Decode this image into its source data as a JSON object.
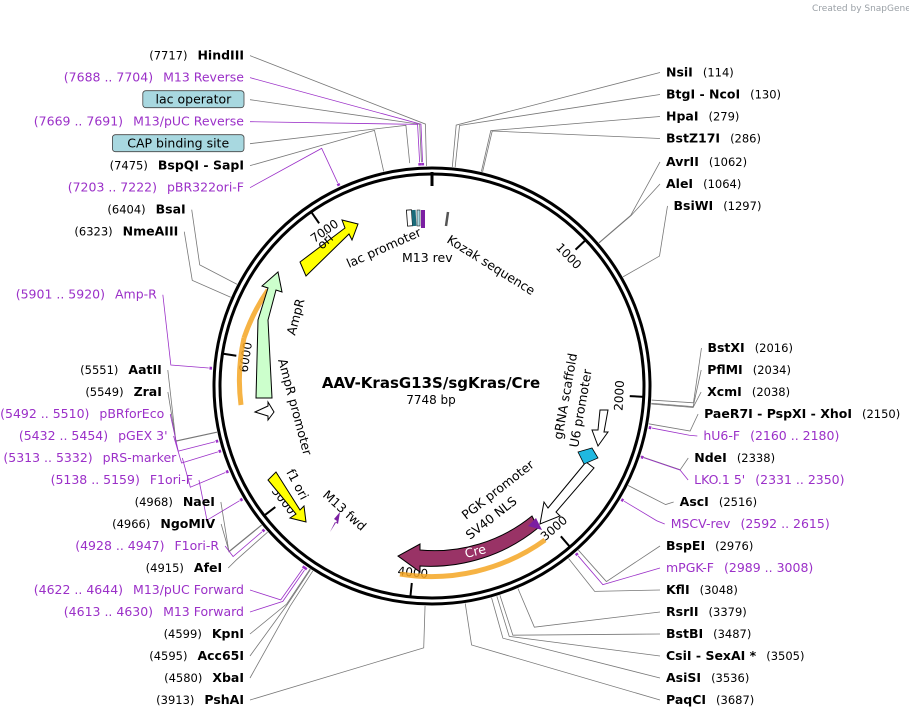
{
  "credit": "Created by SnapGene",
  "plasmid": {
    "name": "AAV-KrasG13S/sgKras/Cre",
    "length_label": "7748 bp",
    "total_bp": 7748
  },
  "ticks": [
    {
      "bp": 1000,
      "label": "1000"
    },
    {
      "bp": 2000,
      "label": "2000"
    },
    {
      "bp": 3000,
      "label": "3000"
    },
    {
      "bp": 4000,
      "label": "4000"
    },
    {
      "bp": 5000,
      "label": "5000"
    },
    {
      "bp": 6000,
      "label": "6000"
    },
    {
      "bp": 7000,
      "label": "7000"
    }
  ],
  "enzymes": [
    {
      "name": "HindIII",
      "pos": "(7717)",
      "bp": 7717,
      "side": "left"
    },
    {
      "name": "NsiI",
      "pos": "(114)",
      "bp": 114,
      "side": "right"
    },
    {
      "name": "BtgI - NcoI",
      "pos": "(130)",
      "bp": 130,
      "side": "right"
    },
    {
      "name": "HpaI",
      "pos": "(279)",
      "bp": 279,
      "side": "right"
    },
    {
      "name": "BstZ17I",
      "pos": "(286)",
      "bp": 286,
      "side": "right"
    },
    {
      "name": "AvrII",
      "pos": "(1062)",
      "bp": 1062,
      "side": "right"
    },
    {
      "name": "AleI",
      "pos": "(1064)",
      "bp": 1064,
      "side": "right"
    },
    {
      "name": "BsiWI",
      "pos": "(1297)",
      "bp": 1297,
      "side": "right"
    },
    {
      "name": "BstXI",
      "pos": "(2016)",
      "bp": 2016,
      "side": "right"
    },
    {
      "name": "PflMI",
      "pos": "(2034)",
      "bp": 2034,
      "side": "right"
    },
    {
      "name": "XcmI",
      "pos": "(2038)",
      "bp": 2038,
      "side": "right"
    },
    {
      "name": "PaeR7I - PspXI - XhoI",
      "pos": "(2150)",
      "bp": 2150,
      "side": "right"
    },
    {
      "name": "NdeI",
      "pos": "(2338)",
      "bp": 2338,
      "side": "right"
    },
    {
      "name": "AscI",
      "pos": "(2516)",
      "bp": 2516,
      "side": "right"
    },
    {
      "name": "BspEI",
      "pos": "(2976)",
      "bp": 2976,
      "side": "right"
    },
    {
      "name": "KflI",
      "pos": "(3048)",
      "bp": 3048,
      "side": "right"
    },
    {
      "name": "RsrII",
      "pos": "(3379)",
      "bp": 3379,
      "side": "right"
    },
    {
      "name": "BstBI",
      "pos": "(3487)",
      "bp": 3487,
      "side": "right"
    },
    {
      "name": "CsiI - SexAI *",
      "pos": "(3505)",
      "bp": 3505,
      "side": "right"
    },
    {
      "name": "AsiSI",
      "pos": "(3536)",
      "bp": 3536,
      "side": "right"
    },
    {
      "name": "PaqCI",
      "pos": "(3687)",
      "bp": 3687,
      "side": "right"
    },
    {
      "name": "PshAI",
      "pos": "(3913)",
      "bp": 3913,
      "side": "left"
    },
    {
      "name": "XbaI",
      "pos": "(4580)",
      "bp": 4580,
      "side": "left"
    },
    {
      "name": "Acc65I",
      "pos": "(4595)",
      "bp": 4595,
      "side": "left"
    },
    {
      "name": "KpnI",
      "pos": "(4599)",
      "bp": 4599,
      "side": "left"
    },
    {
      "name": "AfeI",
      "pos": "(4915)",
      "bp": 4915,
      "side": "left"
    },
    {
      "name": "NgoMIV",
      "pos": "(4966)",
      "bp": 4966,
      "side": "left"
    },
    {
      "name": "NaeI",
      "pos": "(4968)",
      "bp": 4968,
      "side": "left"
    },
    {
      "name": "ZraI",
      "pos": "(5549)",
      "bp": 5549,
      "side": "left"
    },
    {
      "name": "AatII",
      "pos": "(5551)",
      "bp": 5551,
      "side": "left"
    },
    {
      "name": "NmeAIII",
      "pos": "(6323)",
      "bp": 6323,
      "side": "left"
    },
    {
      "name": "BsaI",
      "pos": "(6404)",
      "bp": 6404,
      "side": "left"
    },
    {
      "name": "BspQI - SapI",
      "pos": "(7475)",
      "bp": 7475,
      "side": "left"
    }
  ],
  "primers": [
    {
      "name": "M13 Reverse",
      "range": "(7688 .. 7704)",
      "bp": 7696,
      "side": "left"
    },
    {
      "name": "M13/pUC Reverse",
      "range": "(7669 .. 7691)",
      "bp": 7680,
      "side": "left"
    },
    {
      "name": "pBR322ori-F",
      "range": "(7203 .. 7222)",
      "bp": 7212,
      "side": "left"
    },
    {
      "name": "hU6-F",
      "range": "(2160 .. 2180)",
      "bp": 2170,
      "side": "right"
    },
    {
      "name": "LKO.1 5'",
      "range": "(2331 .. 2350)",
      "bp": 2340,
      "side": "right"
    },
    {
      "name": "MSCV-rev",
      "range": "(2592 .. 2615)",
      "bp": 2603,
      "side": "right"
    },
    {
      "name": "mPGK-F",
      "range": "(2989 .. 3008)",
      "bp": 2998,
      "side": "right"
    },
    {
      "name": "M13/pUC Forward",
      "range": "(4622 .. 4644)",
      "bp": 4633,
      "side": "left"
    },
    {
      "name": "M13 Forward",
      "range": "(4613 .. 4630)",
      "bp": 4621,
      "side": "left"
    },
    {
      "name": "F1ori-R",
      "range": "(4928 .. 4947)",
      "bp": 4937,
      "side": "left"
    },
    {
      "name": "F1ori-F",
      "range": "(5138 .. 5159)",
      "bp": 5148,
      "side": "left"
    },
    {
      "name": "pRS-marker",
      "range": "(5313 .. 5332)",
      "bp": 5322,
      "side": "left"
    },
    {
      "name": "pGEX 3'",
      "range": "(5432 .. 5454)",
      "bp": 5443,
      "side": "left"
    },
    {
      "name": "pBRforEco",
      "range": "(5492 .. 5510)",
      "bp": 5501,
      "side": "left"
    },
    {
      "name": "Amp-R",
      "range": "(5901 .. 5920)",
      "bp": 5910,
      "side": "left"
    }
  ],
  "boxed_features": [
    {
      "name": "lac operator",
      "bp": 7690
    },
    {
      "name": "CAP binding site",
      "bp": 7625
    }
  ],
  "features": [
    {
      "name": "ori",
      "type": "rep_origin",
      "color": "#ffff00"
    },
    {
      "name": "AmpR",
      "type": "CDS",
      "color": "#ccffcc"
    },
    {
      "name": "AmpR promoter",
      "type": "promoter",
      "color": "#ffffff"
    },
    {
      "name": "f1 ori",
      "type": "rep_origin",
      "color": "#ffff00"
    },
    {
      "name": "M13 fwd",
      "type": "primer_bind",
      "color": "#7b1fa2"
    },
    {
      "name": "Cre",
      "type": "CDS",
      "color": "#993366"
    },
    {
      "name": "SV40 NLS",
      "type": "misc",
      "color": "#7b1fa2"
    },
    {
      "name": "PGK promoter",
      "type": "promoter",
      "color": "#ffffff"
    },
    {
      "name": "U6 promoter",
      "type": "promoter",
      "color": "#ffffff"
    },
    {
      "name": "gRNA scaffold",
      "type": "misc_RNA",
      "color": "#20b8e0"
    },
    {
      "name": "lac promoter",
      "type": "promoter",
      "color": "#ffffff"
    },
    {
      "name": "M13 rev",
      "type": "primer_bind",
      "color": "#7b1fa2"
    },
    {
      "name": "Kozak sequence",
      "type": "regulatory",
      "color": "#888888"
    }
  ],
  "colors": {
    "primer": "#9b30c8",
    "backbone": "#000000",
    "box_fill": "#a8d8e0",
    "orf_highlight": "#f5a623"
  }
}
